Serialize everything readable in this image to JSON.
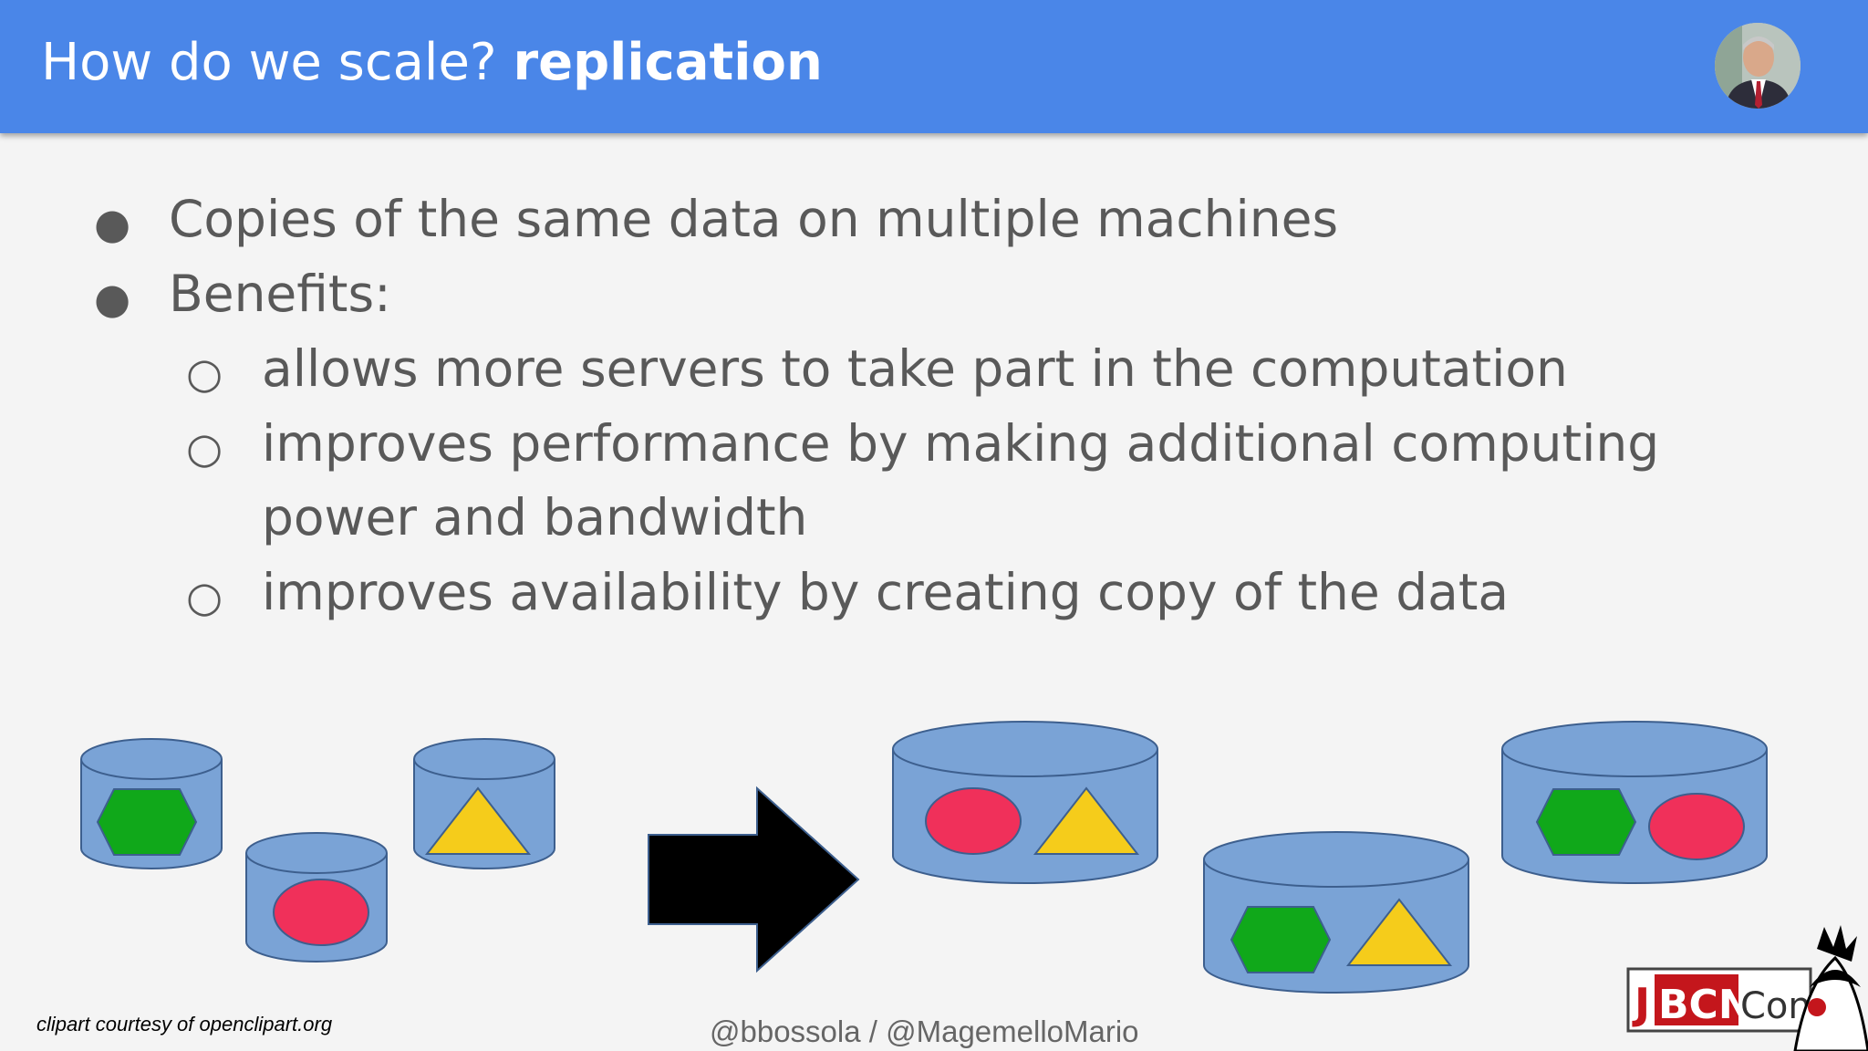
{
  "header": {
    "title_regular": "How do we scale?",
    "title_bold": "replication",
    "background": "#4a86e8"
  },
  "bullets": [
    {
      "level": 1,
      "marker": "●",
      "text": "Copies of the same data on multiple machines"
    },
    {
      "level": 1,
      "marker": "●",
      "text": "Benefits:"
    },
    {
      "level": 2,
      "marker": "○",
      "text": "allows more servers to take part in the computation"
    },
    {
      "level": 2,
      "marker": "○",
      "text": "improves performance by making additional computing"
    },
    {
      "level": 2,
      "marker": "",
      "text": "power and bandwidth"
    },
    {
      "level": 2,
      "marker": "○",
      "text": "improves availability by creating copy of the data"
    }
  ],
  "colors": {
    "cylinder": "#7aa3d6",
    "cylinder_stroke": "#3d5f8e",
    "hexagon": "#10a81a",
    "ellipse": "#f0305a",
    "triangle": "#f5cc1b",
    "arrow": "#000000"
  },
  "footer": {
    "credit": "clipart courtesy of openclipart.org",
    "handles": "@bbossola / @MagemelloMario"
  },
  "logo": {
    "text_j": "J",
    "text_bcn": "BCN",
    "text_conf": "Conf"
  }
}
